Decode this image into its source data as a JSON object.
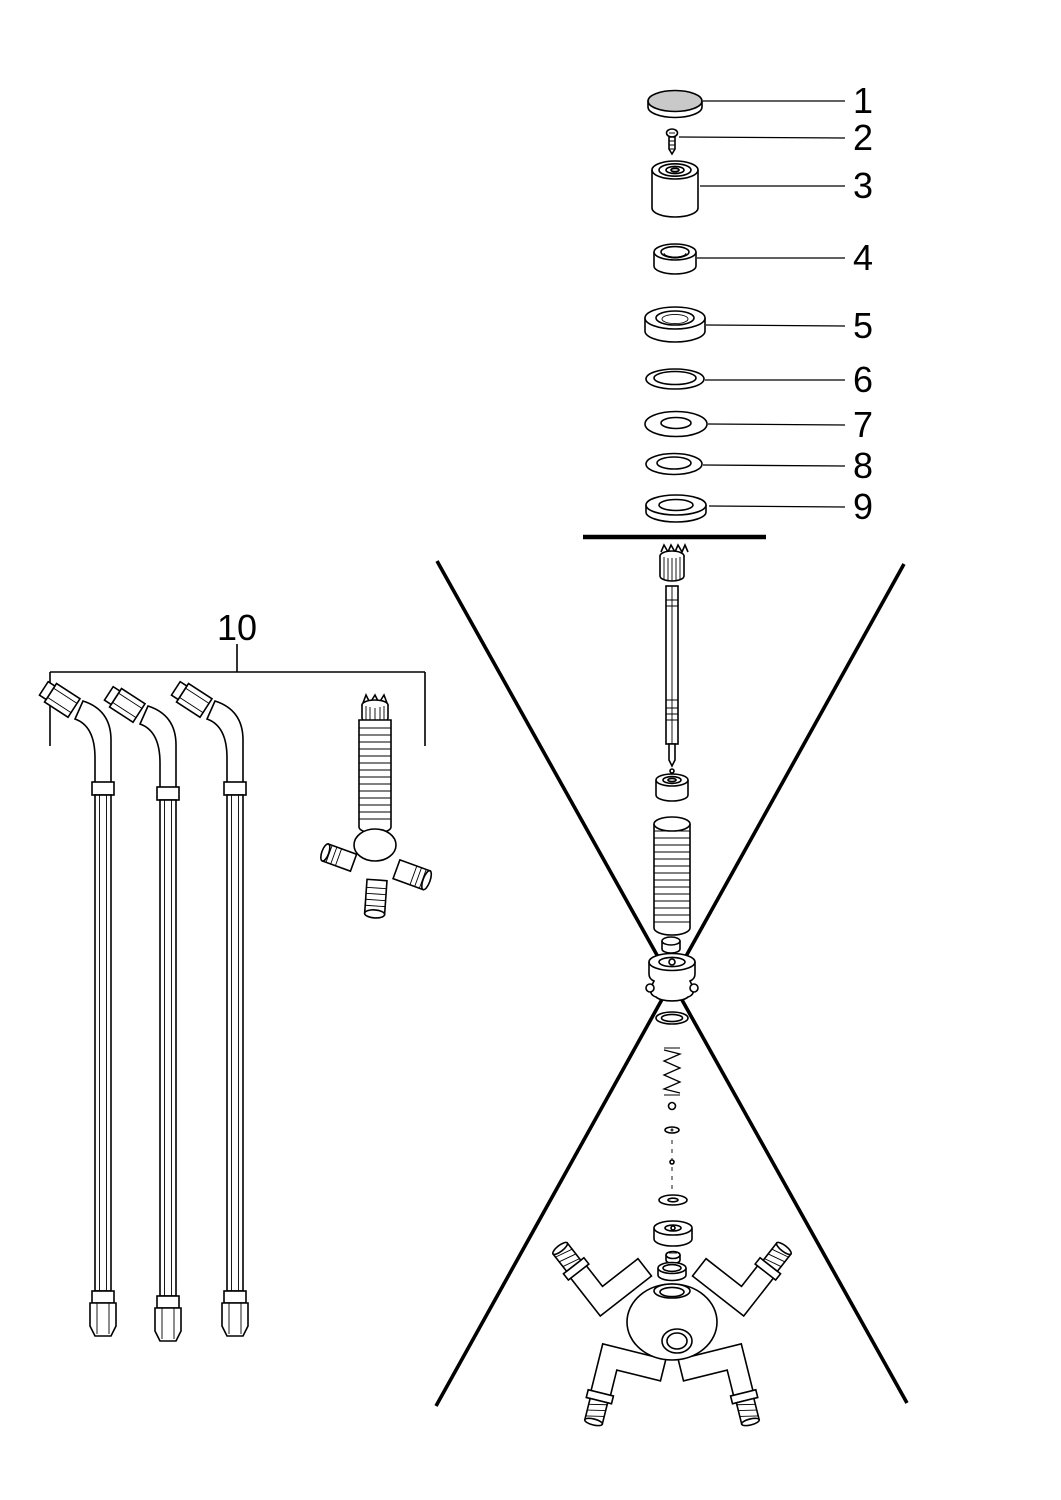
{
  "page": {
    "background_color": "#ffffff",
    "line_color": "#000000",
    "cap_shade_color": "#c9c9c9"
  },
  "diagram": {
    "type": "exploded-parts-diagram",
    "callouts": [
      {
        "num": "1"
      },
      {
        "num": "2"
      },
      {
        "num": "3"
      },
      {
        "num": "4"
      },
      {
        "num": "5"
      },
      {
        "num": "6"
      },
      {
        "num": "7"
      },
      {
        "num": "8"
      },
      {
        "num": "9"
      },
      {
        "num": "10"
      }
    ]
  }
}
